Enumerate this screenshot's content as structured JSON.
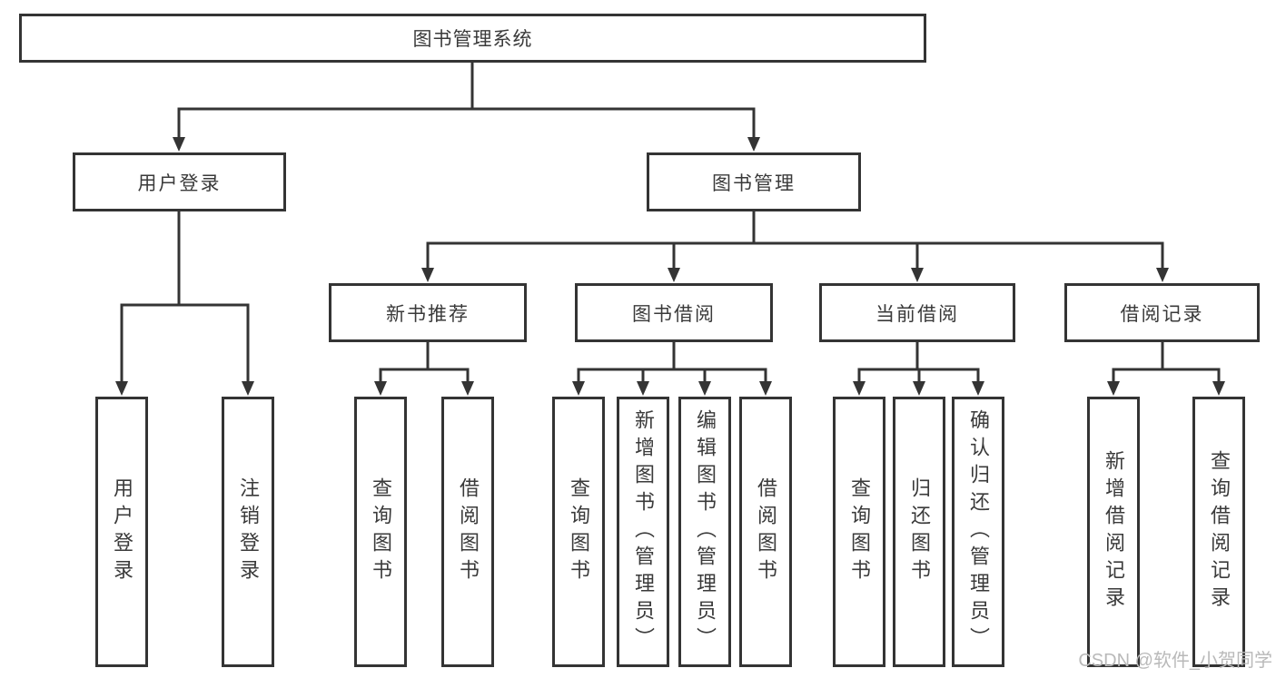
{
  "diagram": {
    "root": {
      "label": "图书管理系统"
    },
    "level2": {
      "user_login": {
        "label": "用户登录"
      },
      "book_management": {
        "label": "图书管理"
      }
    },
    "level3": {
      "new_book_recommend": {
        "label": "新书推荐"
      },
      "book_borrow": {
        "label": "图书借阅"
      },
      "current_borrow": {
        "label": "当前借阅"
      },
      "borrow_records": {
        "label": "借阅记录"
      }
    },
    "leaves": {
      "user_login_1": "用户登录",
      "user_login_2": "注销登录",
      "new_book_1": "查询图书",
      "new_book_2": "借阅图书",
      "book_borrow_1": "查询图书",
      "book_borrow_2": "新增图书（管理员）",
      "book_borrow_3": "编辑图书（管理员）",
      "book_borrow_4": "借阅图书",
      "current_borrow_1": "查询图书",
      "current_borrow_2": "归还图书",
      "current_borrow_3": "确认归还（管理员）",
      "borrow_records_1": "新增借阅记录",
      "borrow_records_2": "查询借阅记录"
    },
    "watermark": "CSDN @软件_小贺同学"
  },
  "colors": {
    "line": "#343434",
    "text": "#3a3a3a",
    "watermark": "#b9b9b9",
    "background": "#ffffff"
  }
}
